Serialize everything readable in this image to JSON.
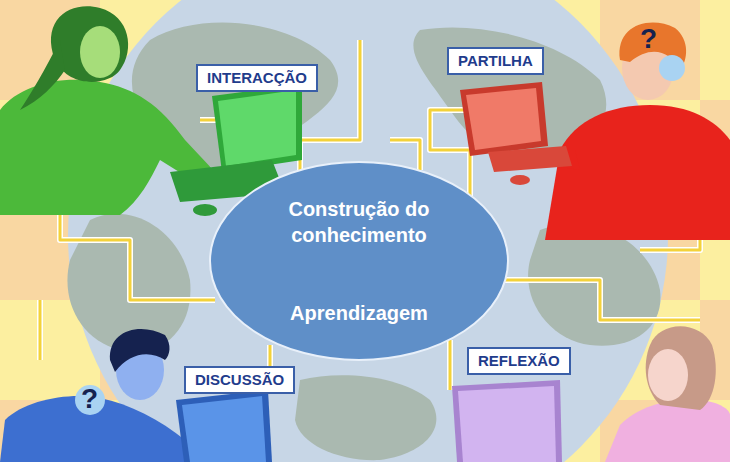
{
  "diagram": {
    "nodes": [
      {
        "text": [
          "INTERACÇÃO"
        ]
      },
      {
        "text": [
          "PARTILHA"
        ]
      },
      {
        "text": [
          "Construção do conhecimento",
          "Aprendizagem"
        ]
      },
      {
        "text": [
          "DISCUSSÃO"
        ]
      },
      {
        "text": [
          "REFLEXÃO"
        ]
      }
    ],
    "labels": [
      "?",
      "?"
    ]
  }
}
